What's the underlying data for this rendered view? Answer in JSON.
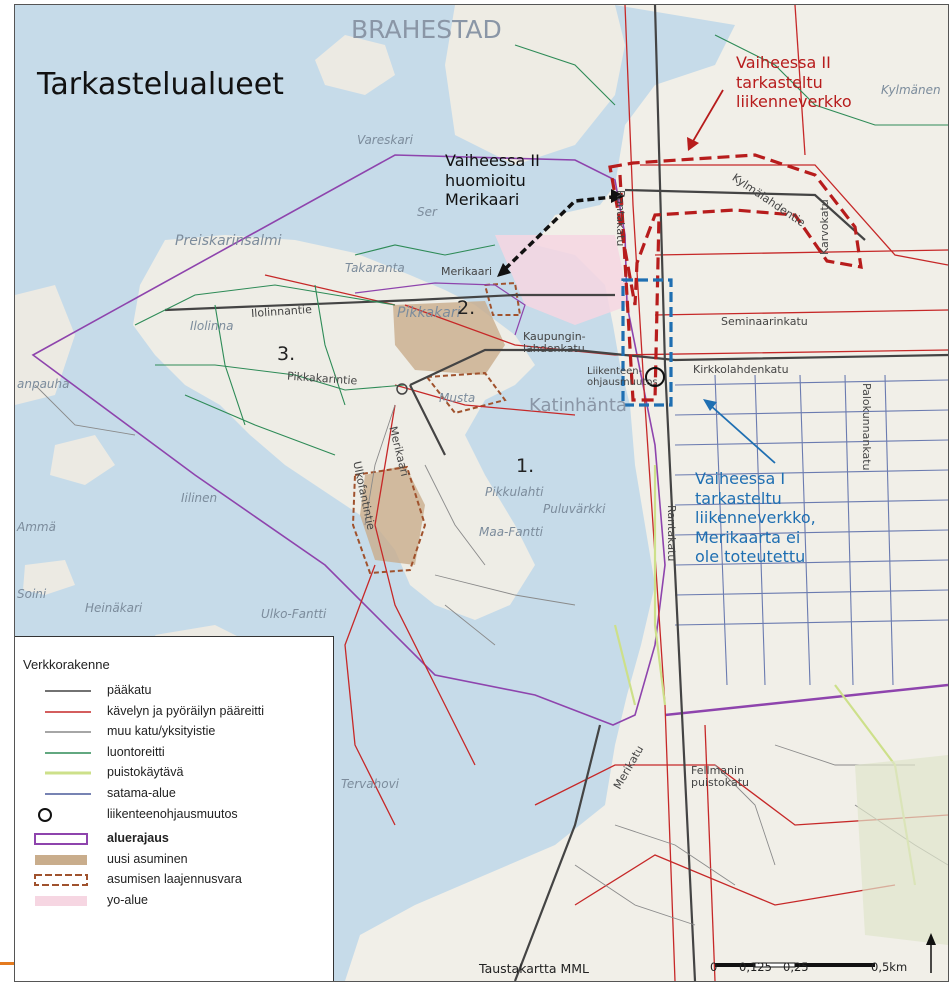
{
  "title": "Tarkastelualueet",
  "callouts": {
    "red": "Vaiheessa II\ntarkasteltu\nliikenneverkko",
    "black": "Vaiheessa II\nhuomioitu\nMerikaari",
    "blue": "Vaiheessa I\ntarkasteltu\nliikenneverkko,\nMerikaarta ei\nole toteutettu"
  },
  "areas": [
    "1.",
    "2.",
    "3."
  ],
  "place_names": {
    "brahestad": "BRAHESTAD",
    "vareskari": "Vareskari",
    "preiskarinsalmi": "Preiskarinsalmi",
    "takaranta": "Takaranta",
    "pikkakari": "Pikkakari",
    "ilolinna": "Ilolinna",
    "musta": "Musta",
    "katinhanta": "Katinhänta",
    "pikkulahti": "Pikkulahti",
    "puluvarkki": "Puluvärkki",
    "maa_fantti": "Maa-Fantti",
    "ulko_fantti": "Ulko-Fantti",
    "heinakari": "Heinäkari",
    "iilinen": "Iilinen",
    "amma": "Ammä",
    "soini": "Soini",
    "tervahovi": "Tervahovi",
    "anpauha": "anpauha",
    "kylmanen": "Kylmänen",
    "serla": "Ser"
  },
  "streets": {
    "merikaari_n": "Merikaari",
    "merikaari_s": "Merikaari",
    "ilolinnantie": "Ilolinnantie",
    "pikkakarintie": "Pikkakarintie",
    "ulkofantintie": "Ulkofantintie",
    "kaupunginlahdenkatu": "Kaupungin-\nlahdenkatu",
    "rantakatu_n": "Rantakatu",
    "rantakatu_s": "Rantakatu",
    "kylmalahdentie": "Kylmälahdentie",
    "karvokatu": "Karvokatu",
    "seminaarinkatu": "Seminaarinkatu",
    "kirkkolahdenkatu": "Kirkkolahdenkatu",
    "palokunnankatu": "Palokunnankatu",
    "liikenteenohjaus": "Liikenteen-\nohjausmuutos",
    "fellmanin": "Fellmanin\npuistokatu",
    "merikatu": "Merikatu"
  },
  "legend": {
    "title": "Verkkorakenne",
    "items": [
      {
        "label": "pääkatu",
        "symbol": "line",
        "color": "#444444",
        "bold": false
      },
      {
        "label": "kävelyn ja pyöräilyn pääreitti",
        "symbol": "line",
        "color": "#c62828",
        "bold": false
      },
      {
        "label": "muu katu/yksityistie",
        "symbol": "line",
        "color": "#888888",
        "bold": false
      },
      {
        "label": "luontoreitti",
        "symbol": "line",
        "color": "#2e8b57",
        "bold": false
      },
      {
        "label": "puistokäytävä",
        "symbol": "line",
        "color": "#cde08a",
        "bold": false
      },
      {
        "label": "satama-alue",
        "symbol": "line",
        "color": "#4a5a9a",
        "bold": false
      },
      {
        "label": "liikenteenohjausmuutos",
        "symbol": "circle",
        "color": "#111111",
        "bold": false
      },
      {
        "label": "aluerajaus",
        "symbol": "rect-outline",
        "color": "#8e44ad",
        "bold": true
      },
      {
        "label": "uusi asuminen",
        "symbol": "rect-fill",
        "color": "#c9ad8c",
        "bold": false
      },
      {
        "label": "asumisen laajennusvara",
        "symbol": "rect-dashed",
        "color": "#a0522d",
        "bold": false
      },
      {
        "label": "yo-alue",
        "symbol": "rect-fill",
        "color": "#f6d6e2",
        "bold": false
      }
    ]
  },
  "credit": "Taustakartta MML",
  "scale": {
    "labels": [
      "0",
      "0,125",
      "0,25",
      "0,5km"
    ]
  },
  "colors": {
    "water": "#c6dbe9",
    "land": "#f1efe8",
    "red_callout": "#b71c1c",
    "blue_callout": "#1f6fb2",
    "black_callout": "#111111"
  }
}
